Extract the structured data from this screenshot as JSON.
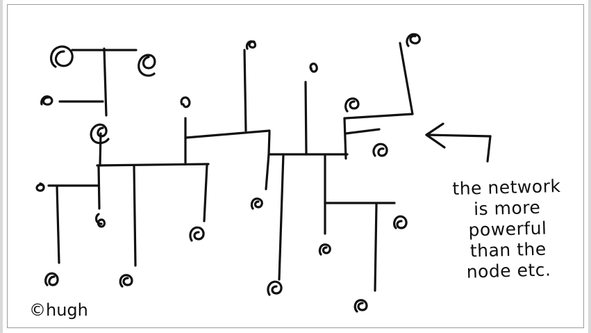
{
  "cartoon": {
    "caption_lines": [
      "the network",
      "is more",
      "powerful",
      "than the",
      "node etc."
    ],
    "signature": "©hugh"
  },
  "colors": {
    "ink": "#111111",
    "paper": "#ffffff",
    "frame": "#9a9a9a"
  },
  "icons": {
    "arrow": "left-arrow-icon",
    "node": "swirl-node-icon"
  }
}
